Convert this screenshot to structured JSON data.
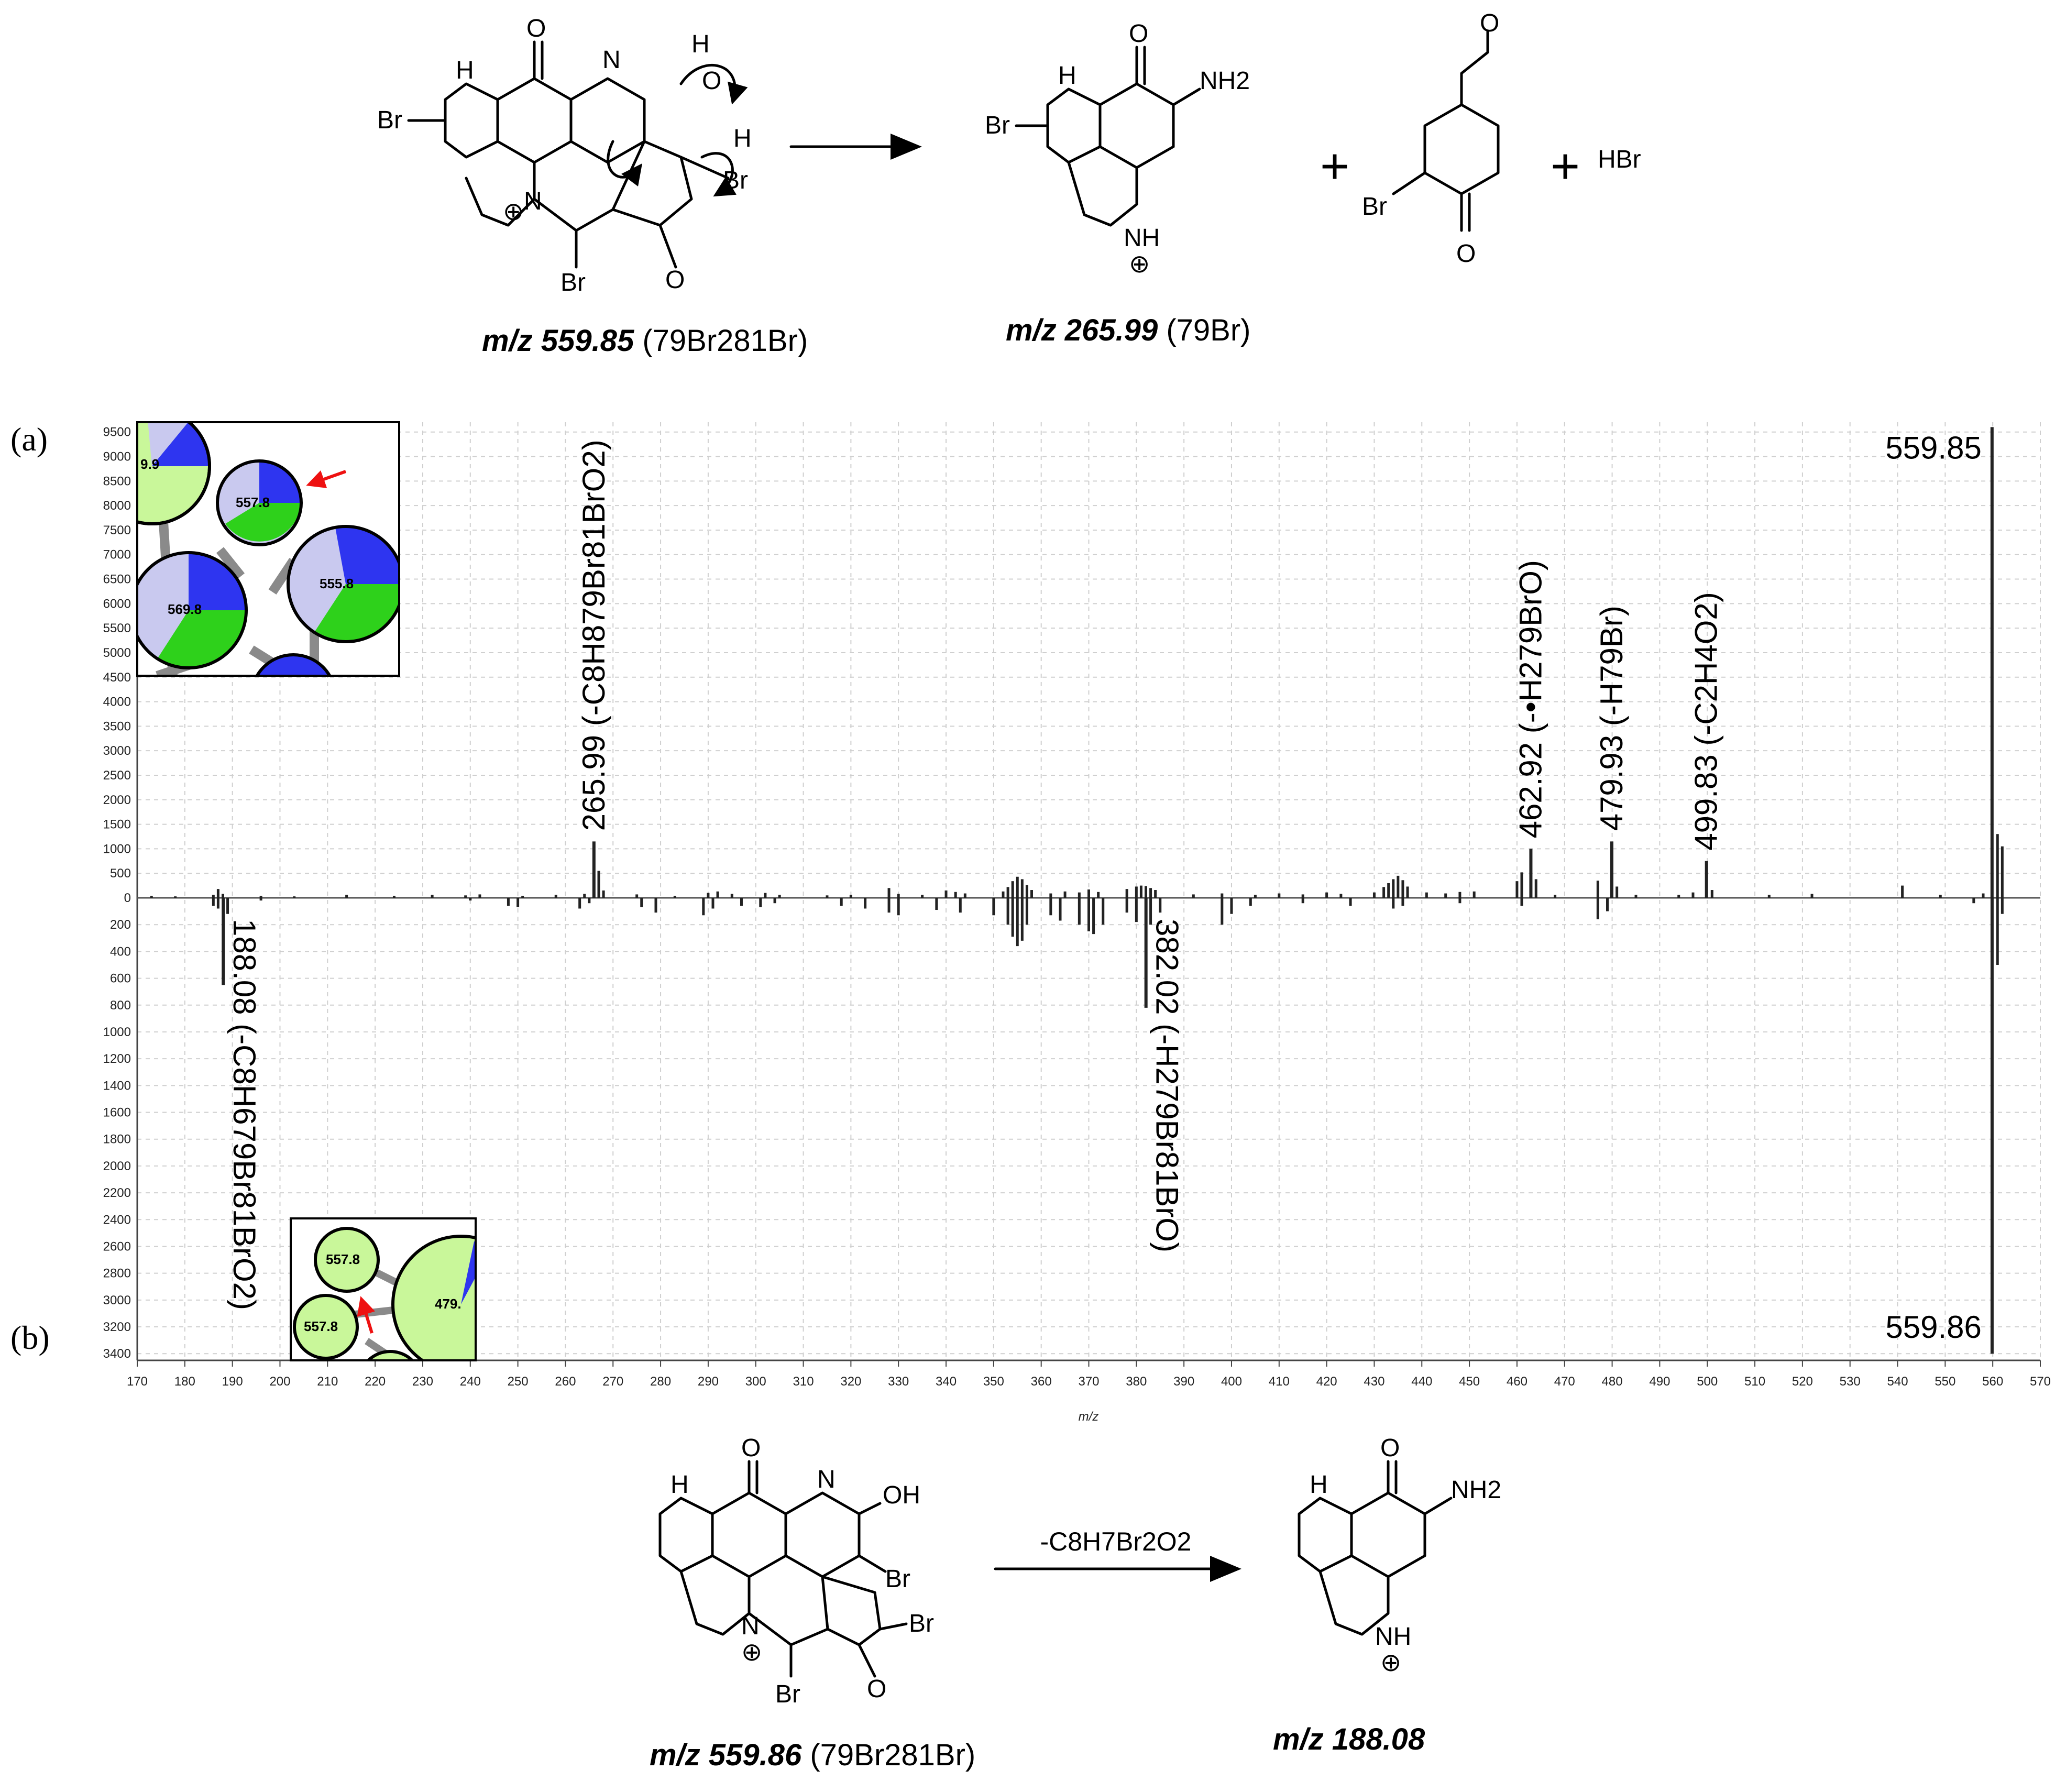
{
  "scheme_top": {
    "reactant_mz": "m/z 559.85",
    "reactant_iso": "(79Br281Br)",
    "product_mz": "m/z 265.99",
    "product_iso": "(79Br)",
    "plus": "+",
    "hbr": "HBr",
    "atoms": {
      "br": "Br",
      "h": "H",
      "n": "N",
      "o": "O",
      "nh2": "NH2",
      "nh": "NH",
      "charge": "⊕"
    }
  },
  "scheme_bottom": {
    "reactant_mz": "m/z 559.86",
    "reactant_iso": "(79Br281Br)",
    "product_mz": "m/z 188.08",
    "arrow_label": "-C8H7Br2O2",
    "oh": "OH"
  },
  "panel_labels": {
    "a": "(a)",
    "b": "(b)"
  },
  "insets": {
    "top": [
      {
        "label": "9.9",
        "colors": [
          "#c9f79a",
          "#c9c9ef",
          "#2e35f0"
        ]
      },
      {
        "label": "557.8",
        "colors": [
          "#2e35f0",
          "#2ed11b",
          "#c9c9ef"
        ]
      },
      {
        "label": "569.8",
        "colors": [
          "#2e35f0",
          "#2ed11b",
          "#c9c9ef"
        ]
      },
      {
        "label": "555.8",
        "colors": [
          "#2e35f0",
          "#2ed11b",
          "#c9c9ef"
        ]
      }
    ],
    "bottom": [
      {
        "label": "557.8",
        "colors": [
          "#c9f79a"
        ]
      },
      {
        "label": "557.8",
        "colors": [
          "#c9f79a"
        ]
      },
      {
        "label": "479.",
        "colors": [
          "#c9f79a",
          "#2e35f0"
        ]
      }
    ],
    "arrow_color": "#ee1111"
  },
  "chart_data": {
    "type": "bar",
    "title": "",
    "xlabel": "m/z",
    "ylabel": "",
    "xlim": [
      170,
      570
    ],
    "x_ticks": [
      170,
      180,
      190,
      200,
      210,
      220,
      230,
      240,
      250,
      260,
      270,
      280,
      290,
      300,
      310,
      320,
      330,
      340,
      350,
      360,
      370,
      380,
      390,
      400,
      410,
      420,
      430,
      440,
      450,
      460,
      470,
      480,
      490,
      500,
      510,
      520,
      530,
      540,
      550,
      560,
      570
    ],
    "y_ticks_top": [
      0,
      500,
      1000,
      1500,
      2000,
      2500,
      3000,
      3500,
      4000,
      4500,
      5000,
      5500,
      6000,
      6500,
      7000,
      7500,
      8000,
      8500,
      9000,
      9500
    ],
    "y_ticks_bottom": [
      200,
      400,
      600,
      800,
      1000,
      1200,
      1400,
      1600,
      1800,
      2000,
      2200,
      2400,
      2600,
      2800,
      3000,
      3200,
      3400
    ],
    "ylim_top": [
      0,
      9700
    ],
    "ylim_bottom": [
      0,
      3450
    ],
    "series": [
      {
        "name": "(a)",
        "points": [
          {
            "mz": 173,
            "i": 40
          },
          {
            "mz": 178,
            "i": 30
          },
          {
            "mz": 186,
            "i": 60
          },
          {
            "mz": 187,
            "i": 180
          },
          {
            "mz": 188,
            "i": 80
          },
          {
            "mz": 196,
            "i": 40
          },
          {
            "mz": 203,
            "i": 30
          },
          {
            "mz": 214,
            "i": 60
          },
          {
            "mz": 224,
            "i": 40
          },
          {
            "mz": 232,
            "i": 60
          },
          {
            "mz": 239,
            "i": 50
          },
          {
            "mz": 242,
            "i": 70
          },
          {
            "mz": 251,
            "i": 40
          },
          {
            "mz": 258,
            "i": 60
          },
          {
            "mz": 264,
            "i": 80
          },
          {
            "mz": 265.99,
            "i": 1150
          },
          {
            "mz": 267,
            "i": 550
          },
          {
            "mz": 268,
            "i": 150
          },
          {
            "mz": 275,
            "i": 70
          },
          {
            "mz": 283,
            "i": 40
          },
          {
            "mz": 290,
            "i": 100
          },
          {
            "mz": 292,
            "i": 130
          },
          {
            "mz": 295,
            "i": 80
          },
          {
            "mz": 302,
            "i": 100
          },
          {
            "mz": 305,
            "i": 60
          },
          {
            "mz": 315,
            "i": 50
          },
          {
            "mz": 320,
            "i": 60
          },
          {
            "mz": 328,
            "i": 200
          },
          {
            "mz": 330,
            "i": 80
          },
          {
            "mz": 335,
            "i": 60
          },
          {
            "mz": 340,
            "i": 150
          },
          {
            "mz": 342,
            "i": 120
          },
          {
            "mz": 344,
            "i": 90
          },
          {
            "mz": 352,
            "i": 130
          },
          {
            "mz": 353,
            "i": 220
          },
          {
            "mz": 354,
            "i": 340
          },
          {
            "mz": 355,
            "i": 430
          },
          {
            "mz": 356,
            "i": 380
          },
          {
            "mz": 357,
            "i": 260
          },
          {
            "mz": 358,
            "i": 160
          },
          {
            "mz": 362,
            "i": 90
          },
          {
            "mz": 365,
            "i": 130
          },
          {
            "mz": 368,
            "i": 110
          },
          {
            "mz": 370,
            "i": 170
          },
          {
            "mz": 372,
            "i": 120
          },
          {
            "mz": 378,
            "i": 180
          },
          {
            "mz": 380,
            "i": 230
          },
          {
            "mz": 381,
            "i": 250
          },
          {
            "mz": 382,
            "i": 240
          },
          {
            "mz": 383,
            "i": 200
          },
          {
            "mz": 384,
            "i": 160
          },
          {
            "mz": 392,
            "i": 70
          },
          {
            "mz": 398,
            "i": 90
          },
          {
            "mz": 405,
            "i": 60
          },
          {
            "mz": 410,
            "i": 90
          },
          {
            "mz": 415,
            "i": 70
          },
          {
            "mz": 420,
            "i": 110
          },
          {
            "mz": 423,
            "i": 80
          },
          {
            "mz": 430,
            "i": 110
          },
          {
            "mz": 432,
            "i": 220
          },
          {
            "mz": 433,
            "i": 300
          },
          {
            "mz": 434,
            "i": 380
          },
          {
            "mz": 435,
            "i": 450
          },
          {
            "mz": 436,
            "i": 360
          },
          {
            "mz": 437,
            "i": 230
          },
          {
            "mz": 441,
            "i": 110
          },
          {
            "mz": 445,
            "i": 90
          },
          {
            "mz": 448,
            "i": 120
          },
          {
            "mz": 451,
            "i": 130
          },
          {
            "mz": 460,
            "i": 340
          },
          {
            "mz": 461,
            "i": 520
          },
          {
            "mz": 462.92,
            "i": 1000
          },
          {
            "mz": 464,
            "i": 380
          },
          {
            "mz": 468,
            "i": 60
          },
          {
            "mz": 477,
            "i": 350
          },
          {
            "mz": 479.93,
            "i": 1150
          },
          {
            "mz": 481,
            "i": 230
          },
          {
            "mz": 485,
            "i": 60
          },
          {
            "mz": 494,
            "i": 60
          },
          {
            "mz": 497,
            "i": 110
          },
          {
            "mz": 499.83,
            "i": 750
          },
          {
            "mz": 501,
            "i": 160
          },
          {
            "mz": 513,
            "i": 60
          },
          {
            "mz": 522,
            "i": 80
          },
          {
            "mz": 541,
            "i": 250
          },
          {
            "mz": 549,
            "i": 60
          },
          {
            "mz": 558,
            "i": 90
          },
          {
            "mz": 559.85,
            "i": 9600
          },
          {
            "mz": 561,
            "i": 1300
          },
          {
            "mz": 562,
            "i": 1050
          }
        ]
      },
      {
        "name": "(b)",
        "points": [
          {
            "mz": 186,
            "i": 60
          },
          {
            "mz": 187,
            "i": 80
          },
          {
            "mz": 188.08,
            "i": 650
          },
          {
            "mz": 189,
            "i": 120
          },
          {
            "mz": 196,
            "i": 20
          },
          {
            "mz": 240,
            "i": 20
          },
          {
            "mz": 248,
            "i": 60
          },
          {
            "mz": 250,
            "i": 70
          },
          {
            "mz": 263,
            "i": 80
          },
          {
            "mz": 265,
            "i": 40
          },
          {
            "mz": 276,
            "i": 70
          },
          {
            "mz": 279,
            "i": 110
          },
          {
            "mz": 289,
            "i": 130
          },
          {
            "mz": 291,
            "i": 80
          },
          {
            "mz": 297,
            "i": 60
          },
          {
            "mz": 301,
            "i": 70
          },
          {
            "mz": 304,
            "i": 40
          },
          {
            "mz": 318,
            "i": 60
          },
          {
            "mz": 323,
            "i": 80
          },
          {
            "mz": 328,
            "i": 110
          },
          {
            "mz": 330,
            "i": 130
          },
          {
            "mz": 338,
            "i": 90
          },
          {
            "mz": 343,
            "i": 110
          },
          {
            "mz": 350,
            "i": 130
          },
          {
            "mz": 353,
            "i": 200
          },
          {
            "mz": 354,
            "i": 290
          },
          {
            "mz": 355,
            "i": 360
          },
          {
            "mz": 356,
            "i": 320
          },
          {
            "mz": 357,
            "i": 200
          },
          {
            "mz": 362,
            "i": 130
          },
          {
            "mz": 364,
            "i": 170
          },
          {
            "mz": 368,
            "i": 200
          },
          {
            "mz": 370,
            "i": 250
          },
          {
            "mz": 371,
            "i": 270
          },
          {
            "mz": 373,
            "i": 200
          },
          {
            "mz": 378,
            "i": 110
          },
          {
            "mz": 380,
            "i": 180
          },
          {
            "mz": 382.02,
            "i": 820
          },
          {
            "mz": 383,
            "i": 200
          },
          {
            "mz": 385,
            "i": 110
          },
          {
            "mz": 398,
            "i": 200
          },
          {
            "mz": 400,
            "i": 120
          },
          {
            "mz": 404,
            "i": 60
          },
          {
            "mz": 415,
            "i": 40
          },
          {
            "mz": 425,
            "i": 60
          },
          {
            "mz": 434,
            "i": 80
          },
          {
            "mz": 436,
            "i": 60
          },
          {
            "mz": 448,
            "i": 40
          },
          {
            "mz": 461,
            "i": 60
          },
          {
            "mz": 477,
            "i": 160
          },
          {
            "mz": 479,
            "i": 100
          },
          {
            "mz": 556,
            "i": 40
          },
          {
            "mz": 559.86,
            "i": 3400
          },
          {
            "mz": 561,
            "i": 500
          },
          {
            "mz": 562,
            "i": 120
          }
        ]
      }
    ],
    "annotations_top": [
      {
        "mz": 265.99,
        "label": "265.99 (-C8H879Br81BrO2)"
      },
      {
        "mz": 462.92,
        "label": "462.92 (-•H279BrO)"
      },
      {
        "mz": 479.93,
        "label": "479.93 (-H79Br)"
      },
      {
        "mz": 499.83,
        "label": "499.83 (-C2H4O2)"
      },
      {
        "mz": 559.85,
        "label": "559.85"
      }
    ],
    "annotations_bottom": [
      {
        "mz": 188.08,
        "label": "188.08 (-C8H679Br81BrO2)"
      },
      {
        "mz": 382.02,
        "label": "382.02 (-H279Br81BrO)"
      },
      {
        "mz": 559.86,
        "label": "559.86"
      }
    ]
  }
}
